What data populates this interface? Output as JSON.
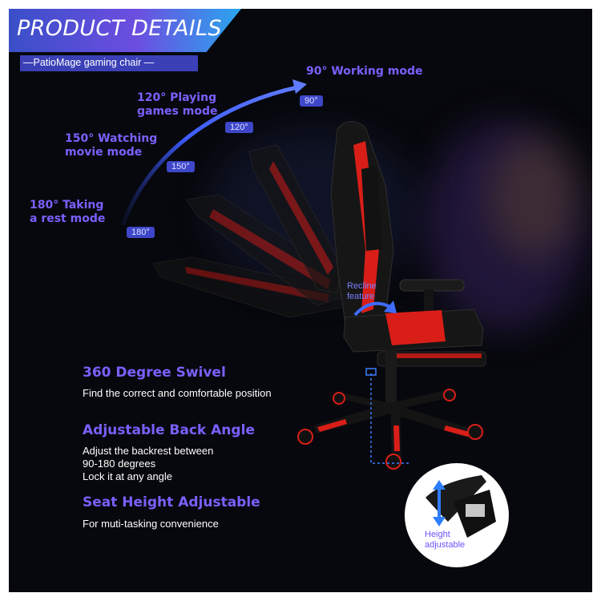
{
  "header": {
    "title": "PRODUCT DETAILS",
    "subtitle": "—PatioMage gaming chair —"
  },
  "modes": [
    {
      "label": "90° Working mode",
      "badge": "90°"
    },
    {
      "label": "120° Playing\ngames mode",
      "badge": "120°"
    },
    {
      "label": "150° Watching\nmovie mode",
      "badge": "150°"
    },
    {
      "label": "180° Taking\na rest mode",
      "badge": "180°"
    }
  ],
  "recline_label": "Recline\nfeature",
  "features": [
    {
      "title": "360 Degree Swivel",
      "desc": "Find the correct and comfortable position"
    },
    {
      "title": "Adjustable Back Angle",
      "desc": "Adjust the backrest between\n90-180 degrees\nLock it at any angle"
    },
    {
      "title": "Seat Height Adjustable",
      "desc": "For muti-tasking convenience"
    }
  ],
  "height_label": "Height\nadjustable",
  "colors": {
    "background": "#07080d",
    "accent_purple": "#7a60ff",
    "badge_blue": "#3e47c9",
    "chair_red": "#d91e18",
    "chair_black": "#141414",
    "title_gradient": [
      "#3a4fc8",
      "#6c4ee0",
      "#2aa6ee"
    ]
  },
  "icons": [
    "curved-arrow-icon",
    "recline-arrow-icon",
    "vertical-double-arrow-icon"
  ]
}
